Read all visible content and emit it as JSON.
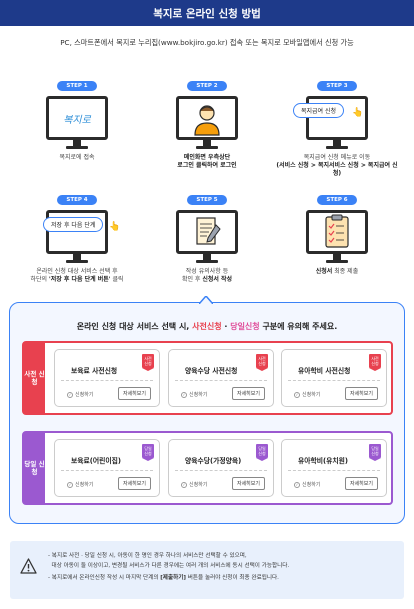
{
  "header": {
    "title": "복지로 온라인 신청 방법"
  },
  "subtitle": "PC, 스마트폰에서 복지로 누리집(www.bokjiro.go.kr) 접속 또는 복지로 모바일앱에서 신청 가능",
  "steps": [
    {
      "badge": "STEP 1",
      "screen_text": "복지로",
      "desc_line1": "복지로에 접속",
      "desc_line2": ""
    },
    {
      "badge": "STEP 2",
      "screen_text": "",
      "desc_line1": "메인화면 우측상단",
      "desc_line2": "로그인 클릭하여 로그인"
    },
    {
      "badge": "STEP 3",
      "screen_text": "복지급여 신청",
      "desc_line1": "복지급여 신청 메뉴로 이동",
      "desc_line2": "(서비스 신청 > 복지서비스 신청 > 복지급여 신청)"
    },
    {
      "badge": "STEP 4",
      "screen_text": "저장 후 다음 단계",
      "desc_line1": "온라인 신청 대상 서비스 선택 후",
      "desc_line2_pre": "하단의 ",
      "desc_line2_bold": "'저장 후 다음 단계 버튼'",
      "desc_line2_post": " 클릭"
    },
    {
      "badge": "STEP 5",
      "screen_text": "",
      "desc_line1": "작성 유의사항 등",
      "desc_line2_pre": "확인 후 ",
      "desc_line2_bold": "신청서 작성",
      "desc_line2_post": ""
    },
    {
      "badge": "STEP 6",
      "screen_text": "",
      "desc_line1_bold": "신청서",
      "desc_line1_post": " 최종 제출"
    }
  ],
  "notice_box": {
    "title_pre": "온라인 신청 대상 서비스 선택 시, ",
    "title_red": "사전신청",
    "title_mid": " · ",
    "title_pink": "당일신청",
    "title_post": " 구분에 유의해 주세요."
  },
  "rows": [
    {
      "label": "사전 신청",
      "color": "#e8414f",
      "tag": "사전 신청",
      "cards": [
        {
          "title": "보육료 사전신청",
          "apply": "신청하기",
          "detail": "자세히보기"
        },
        {
          "title": "양육수당 사전신청",
          "apply": "신청하기",
          "detail": "자세히보기"
        },
        {
          "title": "유아학비 사전신청",
          "apply": "신청하기",
          "detail": "자세히보기"
        }
      ]
    },
    {
      "label": "당일 신청",
      "color": "#9b59d0",
      "tag": "당일 신청",
      "cards": [
        {
          "title": "보육료(어린이집)",
          "apply": "신청하기",
          "detail": "자세히보기"
        },
        {
          "title": "양육수당(가정양육)",
          "apply": "신청하기",
          "detail": "자세히보기"
        },
        {
          "title": "유아학비(유치원)",
          "apply": "신청하기",
          "detail": "자세히보기"
        }
      ]
    }
  ],
  "notice": {
    "line1": "- 복지로 사전 · 당일 신청 시, 아동이 한 명인 경우 하나의 서비스만 선택할 수 있으며,",
    "line2": "  대상 아동이 둘 이상이고, 변경될 서비스가 다른 경우에는 여러 개의 서비스에 동시 선택이 가능합니다.",
    "line3_pre": "- 복지로에서 온라인신청 작성 시 마지막 단계의 ",
    "line3_bold": "[제출하기]",
    "line3_post": " 버튼을 눌러야 신청이 최종 완료됩니다."
  },
  "colors": {
    "header": "#1e3a8a",
    "badge": "#3b82f6",
    "advance": "#e8414f",
    "sameday": "#9b59d0"
  }
}
